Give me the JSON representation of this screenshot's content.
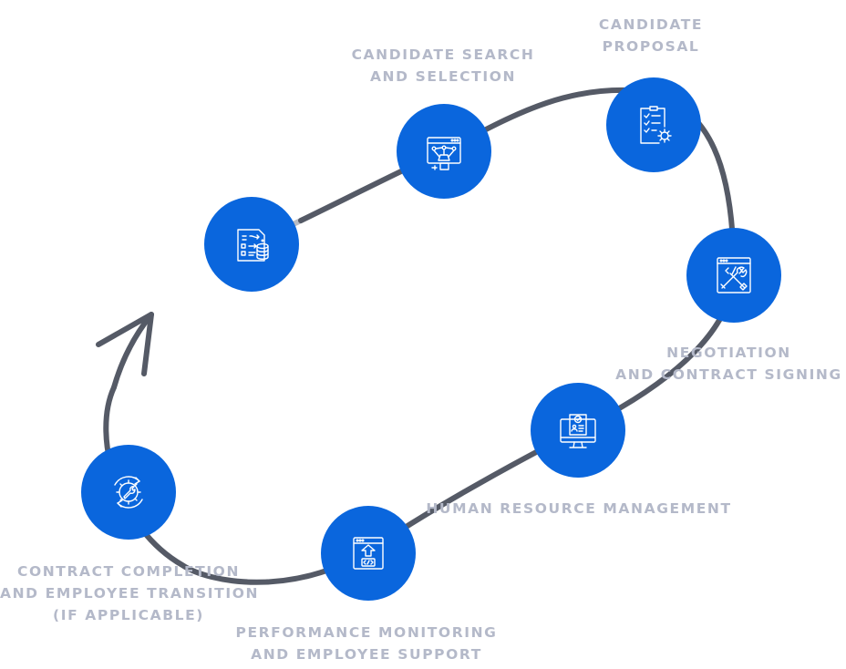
{
  "colors": {
    "path": "#555a66",
    "path_faded": "#b8bcc4",
    "node": "#0a66dd",
    "icon": "#ffffff",
    "label": "#b4b9c9",
    "background": "#ffffff"
  },
  "steps": [
    {
      "id": "step-1",
      "icon": "plan-budget-icon",
      "label_lines": []
    },
    {
      "id": "step-2",
      "icon": "web-network-search-icon",
      "label_lines": [
        "CANDIDATE SEARCH",
        "AND SELECTION"
      ]
    },
    {
      "id": "step-3",
      "icon": "checklist-document-gear-icon",
      "label_lines": [
        "CANDIDATE",
        "PROPOSAL"
      ]
    },
    {
      "id": "step-4",
      "icon": "code-tools-icon",
      "label_lines": [
        "NEGOTIATION",
        "AND CONTRACT SIGNING"
      ]
    },
    {
      "id": "step-5",
      "icon": "monitor-profile-icon",
      "label_lines": [
        "HUMAN RESOURCE MANAGEMENT"
      ]
    },
    {
      "id": "step-6",
      "icon": "upload-code-window-icon",
      "label_lines": [
        "PERFORMANCE MONITORING",
        "AND EMPLOYEE SUPPORT"
      ]
    },
    {
      "id": "step-7",
      "icon": "cycle-gear-wrench-icon",
      "label_lines": [
        "CONTRACT COMPLETION",
        "AND EMPLOYEE TRANSITION",
        "(IF APPLICABLE)"
      ]
    }
  ]
}
